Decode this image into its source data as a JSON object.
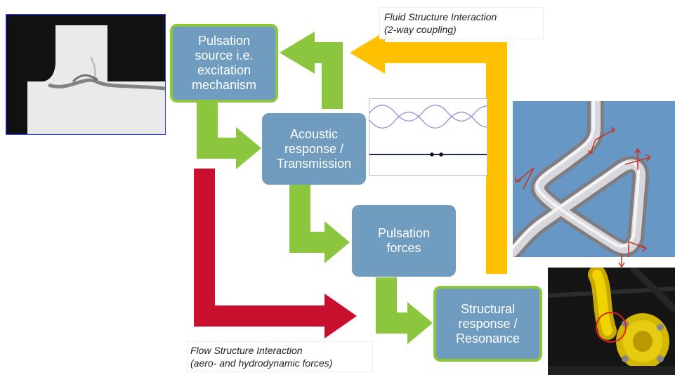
{
  "nodes": {
    "pulsation_source": "Pulsation\nsource i.e.\nexcitation\nmechanism",
    "acoustic_response": "Acoustic\nresponse /\nTransmission",
    "pulsation_forces": "Pulsation\nforces",
    "structural_response": "Structural\nresponse /\nResonance"
  },
  "captions": {
    "fsi": "Fluid Structure Interaction\n(2-way coupling)",
    "flow_si": "Flow Structure Interaction\n(aero- and hydrodynamic forces)"
  },
  "colors": {
    "node_fill": "#6f9cbf",
    "green_arrow": "#8cc63f",
    "yellow_arrow": "#ffc000",
    "red_arrow": "#c8102e",
    "force_arrow": "#c0392b"
  },
  "icons": {
    "cfd": "cfd-flow-simulation-image",
    "waves": "acoustic-wave-plot",
    "pipe_model": "pipe-loop-model-image",
    "photo": "yellow-pipe-photo"
  }
}
